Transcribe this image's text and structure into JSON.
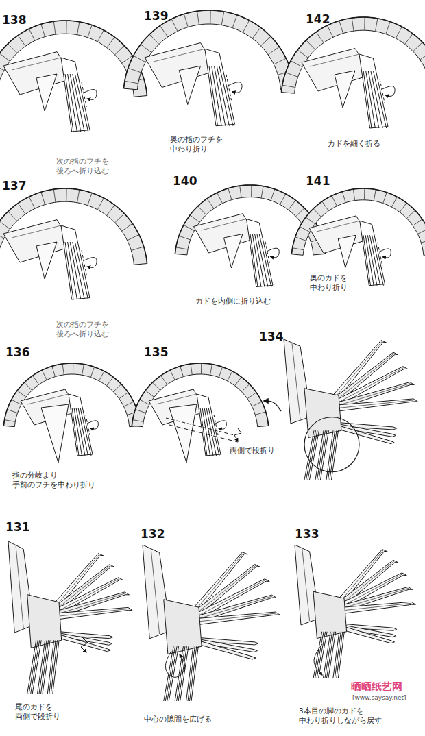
{
  "diagram": {
    "labels": [
      "138",
      "139",
      "142",
      "奥の指のフチを 中わり折り",
      "カドを細く折る",
      "次の指のフチを 後ろへ折り込む",
      "137",
      "140",
      "141",
      "奥のカドを 中わり折り",
      "カドを内側に折り込む",
      "次の指のフチを 後ろへ折り込む",
      "134",
      "136",
      "135",
      "両側で段折り",
      "指の分岐より 手前のフチを中わり折り",
      "131",
      "132",
      "133",
      "尾のカドを 両側で段折り",
      "中心の隙間を広げる",
      "3本目の脚のカドを 中わり折りしながら戻す",
      "晒晒纸艺网",
      "[www.saysay.net]"
    ]
  }
}
